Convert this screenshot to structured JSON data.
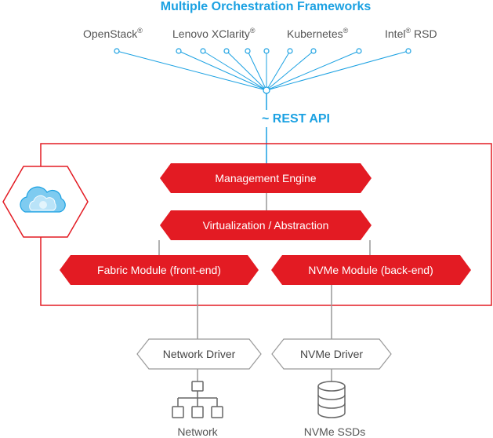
{
  "title": "Multiple Orchestration Frameworks",
  "frameworks": [
    {
      "name": "OpenStack",
      "mark": "®"
    },
    {
      "name": "Lenovo XClarity",
      "mark": "®"
    },
    {
      "name": "Kubernetes",
      "mark": "®"
    },
    {
      "name": "Intel",
      "mark": "®",
      "suffix": " RSD"
    }
  ],
  "api_label": "~ REST API",
  "modules": {
    "management": "Management Engine",
    "virtualization": "Virtualization / Abstraction",
    "fabric": "Fabric Module (front-end)",
    "nvme": "NVMe Module (back-end)"
  },
  "drivers": {
    "network": "Network Driver",
    "nvme": "NVMe Driver"
  },
  "bottom": {
    "network": "Network",
    "ssds": "NVMe SSDs"
  },
  "colors": {
    "accent_blue": "#1ba1e2",
    "module_red": "#e31b23",
    "line_gray": "#999999"
  },
  "icons": [
    "cloud-icon",
    "network-topology-icon",
    "database-icon"
  ]
}
